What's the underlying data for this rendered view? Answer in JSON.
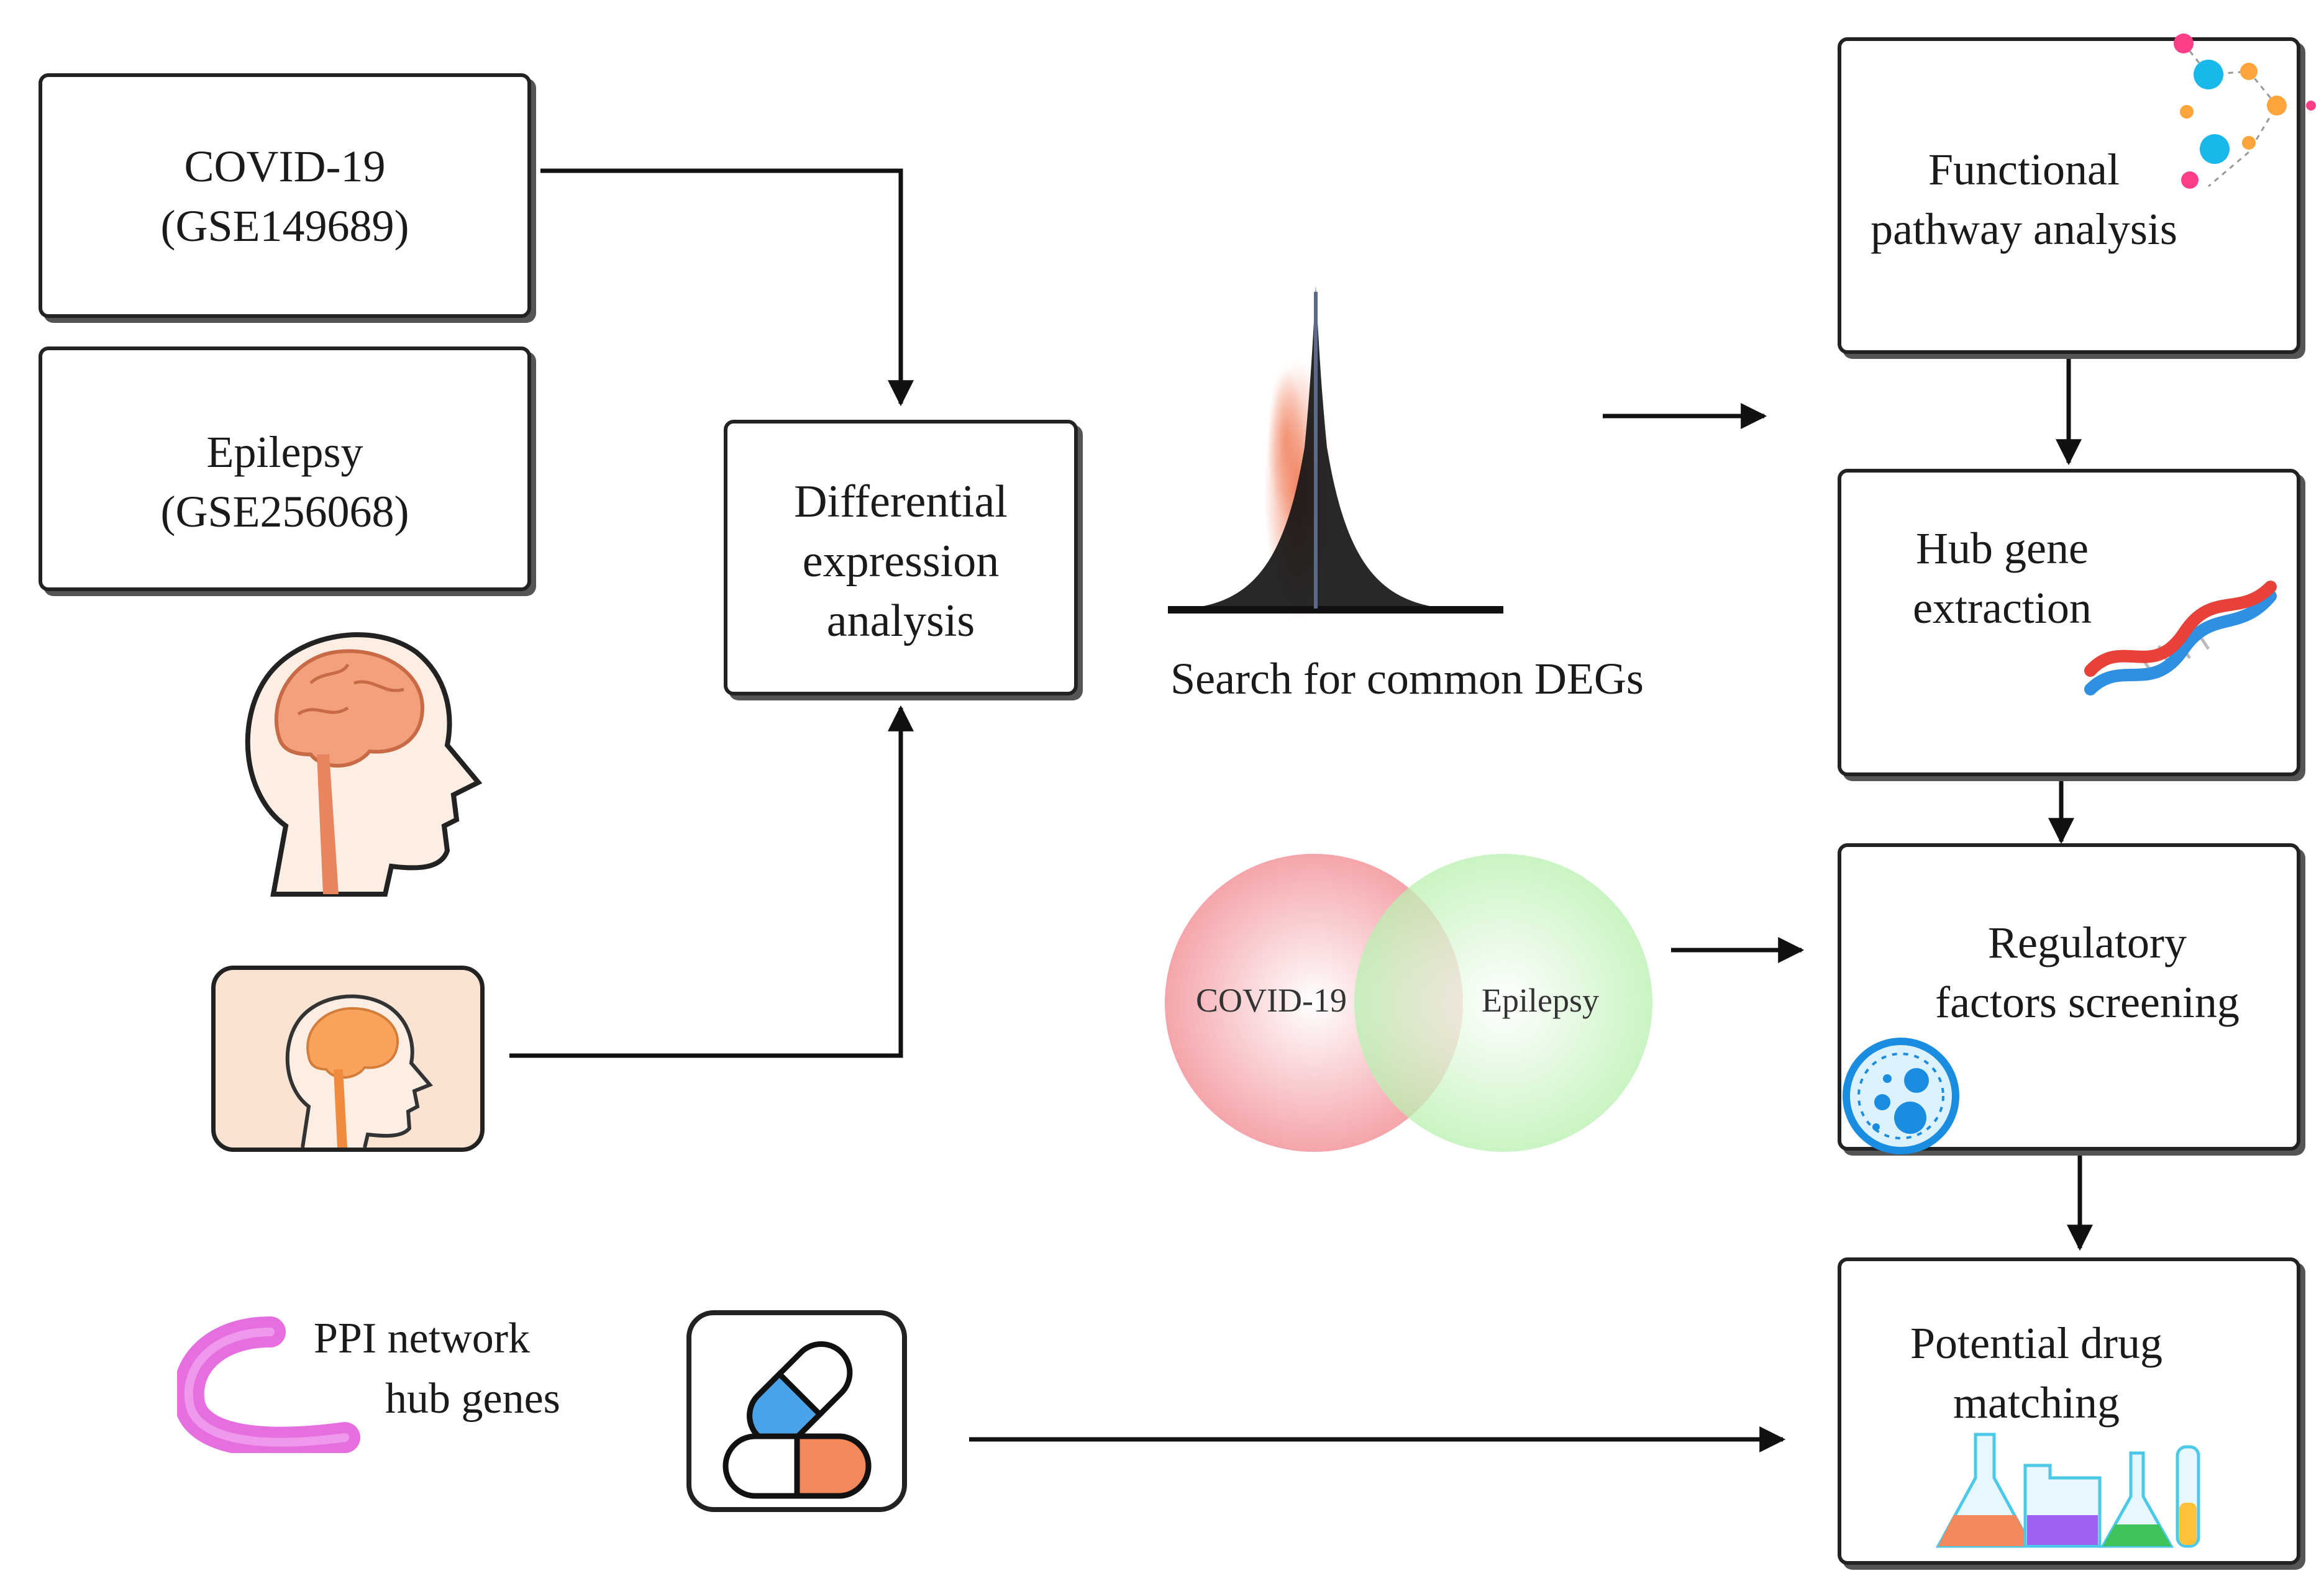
{
  "inputs": {
    "covid": {
      "line1": "COVID-19",
      "line2": "(GSE149689)"
    },
    "epilepsy": {
      "line1": "Epilepsy",
      "line2": "(GSE256068)"
    }
  },
  "differential": {
    "line1": "Differential",
    "line2": "expression",
    "line3": "analysis"
  },
  "search_caption": "Search for common DEGs",
  "venn": {
    "left": "COVID-19",
    "right": "Epilepsy"
  },
  "ppi": {
    "line1": "PPI network",
    "line2": "hub genes"
  },
  "steps": {
    "functional": {
      "line1": "Functional",
      "line2": "pathway analysis"
    },
    "hub": {
      "line1": "Hub gene",
      "line2": "extraction"
    },
    "regulatory": {
      "line1": "Regulatory",
      "line2": "factors screening"
    },
    "drug": {
      "line1": "Potential drug",
      "line2": "matching"
    }
  },
  "colors": {
    "venn_left": "#f4a0a6",
    "venn_right": "#b9f0b0",
    "volcano": "#f07a55",
    "brain": "#f3a07c",
    "dna_red": "#e8413a",
    "dna_blue": "#2f8fe0",
    "bead_pink": "#ff3e8a",
    "bead_cyan": "#19b8ea",
    "bead_orange": "#ffa43a"
  }
}
